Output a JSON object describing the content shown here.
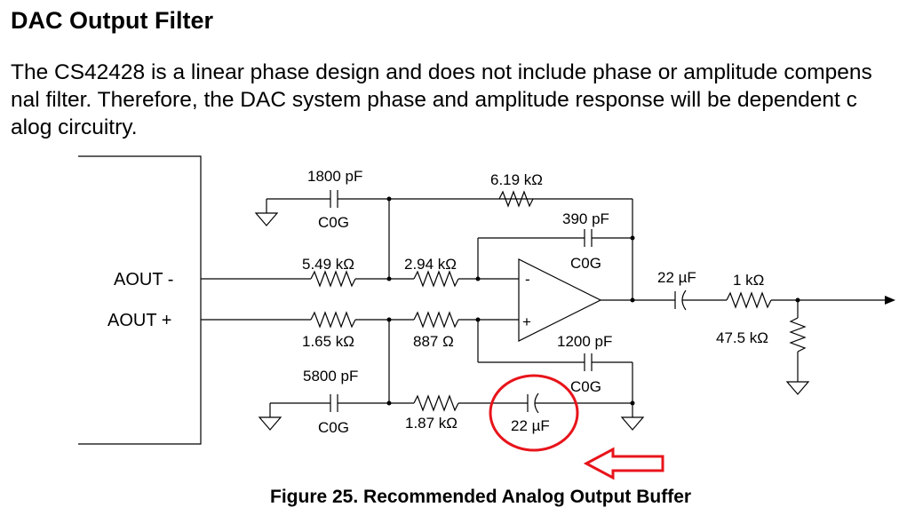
{
  "document": {
    "heading": "DAC Output Filter",
    "paragraph_lines": [
      "The CS42428 is a linear phase design and does not include phase or amplitude compens",
      "nal filter. Therefore, the DAC system phase and amplitude response will be dependent c",
      "alog circuitry."
    ],
    "figure_caption": "Figure 25.  Recommended Analog Output Buffer"
  },
  "schematic": {
    "inputs": {
      "aout_minus": "AOUT -",
      "aout_plus": "AOUT +"
    },
    "components": {
      "cap_1800": "1800 pF",
      "cap_1800_type": "C0G",
      "res_619": "6.19 kΩ",
      "cap_390": "390 pF",
      "cap_390_type": "C0G",
      "res_549": "5.49 kΩ",
      "res_294": "2.94 kΩ",
      "res_165": "1.65 kΩ",
      "res_887": "887 Ω",
      "cap_1200": "1200 pF",
      "cap_1200_type": "C0G",
      "cap_5800": "5800 pF",
      "cap_5800_type": "C0G",
      "res_187": "1.87 kΩ",
      "cap_22_bias": "22 µF",
      "cap_22_out": "22 µF",
      "res_1k": "1 kΩ",
      "res_475": "47.5 kΩ",
      "opamp_minus": "-",
      "opamp_plus": "+"
    },
    "annotation_colors": {
      "highlight": "#e8141b",
      "wire": "#000000"
    }
  }
}
